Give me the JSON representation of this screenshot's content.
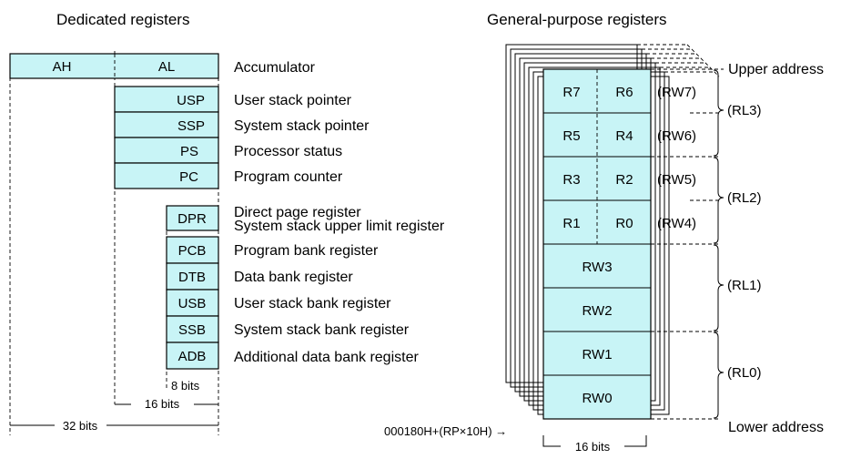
{
  "dedicated": {
    "title": "Dedicated registers",
    "accumulator": {
      "high": "AH",
      "low": "AL",
      "label": "Accumulator"
    },
    "regs16": [
      {
        "name": "USP",
        "label": "User stack pointer"
      },
      {
        "name": "SSP",
        "label": "System stack pointer"
      },
      {
        "name": "PS",
        "label": "Processor status"
      },
      {
        "name": "PC",
        "label": "Program counter"
      }
    ],
    "dpr": {
      "name": "DPR",
      "label1": "Direct page register",
      "label2": "System stack upper limit register"
    },
    "regs8": [
      {
        "name": "PCB",
        "label": "Program bank register"
      },
      {
        "name": "DTB",
        "label": "Data bank register"
      },
      {
        "name": "USB",
        "label": "User stack bank register"
      },
      {
        "name": "SSB",
        "label": "System stack bank register"
      },
      {
        "name": "ADB",
        "label": "Additional data bank register"
      }
    ],
    "widths": {
      "bits8": "8 bits",
      "bits16": "16 bits",
      "bits32": "32 bits"
    }
  },
  "general": {
    "title": "General-purpose registers",
    "byte_rows": [
      {
        "left": "R7",
        "right": "R6",
        "word": "(RW7)"
      },
      {
        "left": "R5",
        "right": "R4",
        "word": "(RW6)"
      },
      {
        "left": "R3",
        "right": "R2",
        "word": "(RW5)"
      },
      {
        "left": "R1",
        "right": "R0",
        "word": "(RW4)"
      }
    ],
    "word_rows": [
      "RW3",
      "RW2",
      "RW1",
      "RW0"
    ],
    "long_groups": [
      "(RL3)",
      "(RL2)",
      "(RL1)",
      "(RL0)"
    ],
    "upper_address": "Upper address",
    "lower_address": "Lower address",
    "base_address": "000180H+(RP×10H) →",
    "width": "16 bits"
  }
}
